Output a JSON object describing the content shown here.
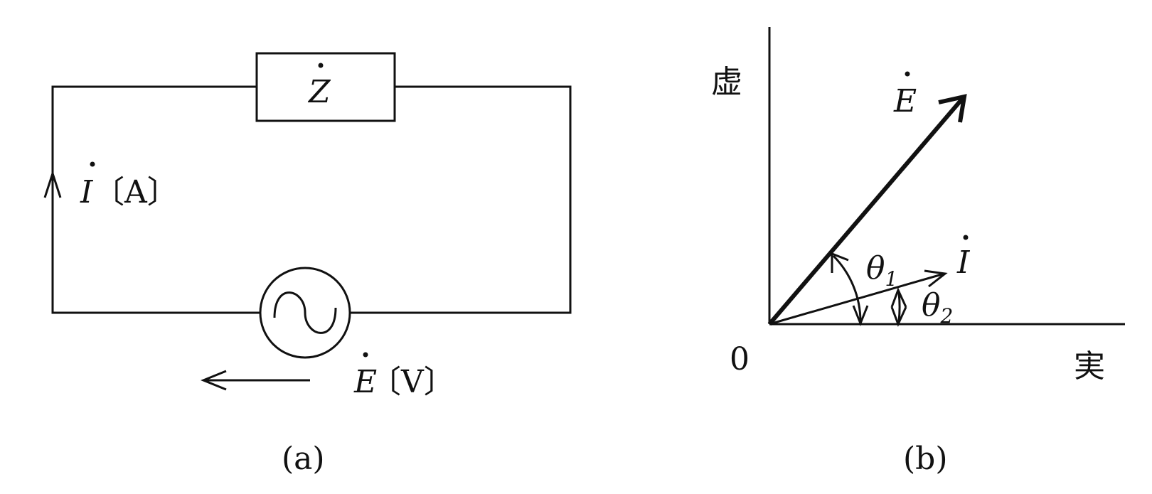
{
  "figure_a": {
    "impedance_label": "Z",
    "current_label": "I",
    "current_unit": "〔A〕",
    "voltage_label": "E",
    "voltage_unit": "〔V〕",
    "caption": "(a)"
  },
  "figure_b": {
    "imag_axis_label": "虚",
    "real_axis_label": "実",
    "origin_label": "0",
    "voltage_phasor_label": "E",
    "current_phasor_label": "I",
    "theta1_symbol": "θ",
    "theta1_sub": "1",
    "theta2_symbol": "θ",
    "theta2_sub": "2",
    "caption": "(b)"
  }
}
